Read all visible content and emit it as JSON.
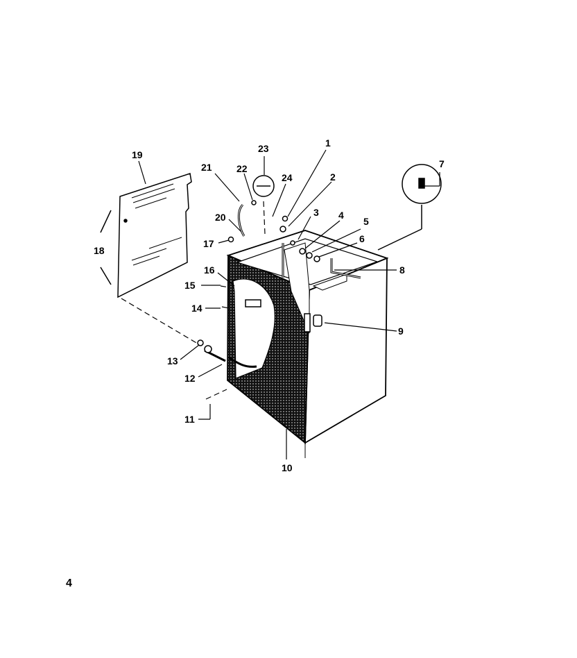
{
  "diagram": {
    "callouts": [
      "1",
      "2",
      "3",
      "4",
      "5",
      "6",
      "7",
      "8",
      "9",
      "10",
      "11",
      "12",
      "13",
      "14",
      "15",
      "16",
      "17",
      "18",
      "19",
      "20",
      "21",
      "22",
      "23",
      "24"
    ]
  },
  "page": {
    "number": "4"
  },
  "colors": {
    "ink": "#000000",
    "paper": "#ffffff"
  }
}
